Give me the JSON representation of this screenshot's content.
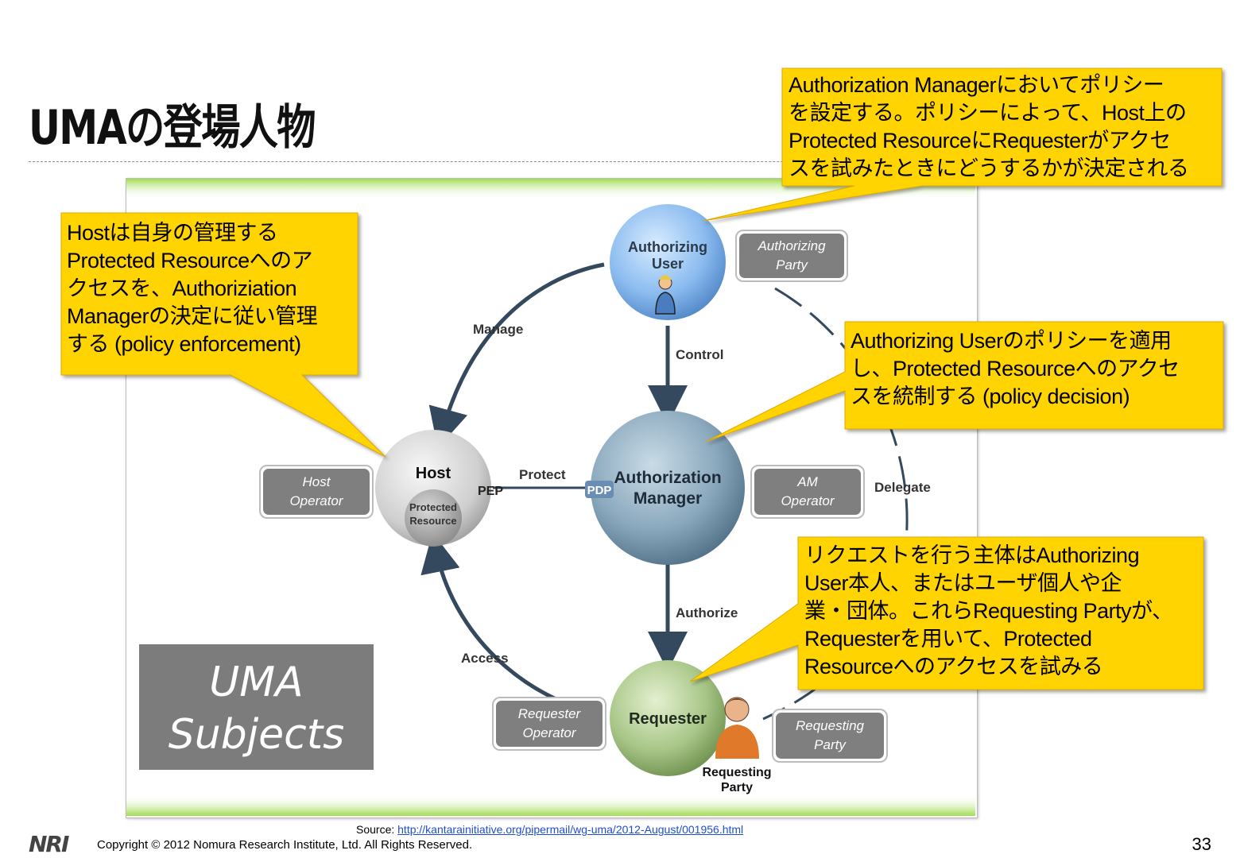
{
  "slide": {
    "title": "UMAの登場人物",
    "page_number": "33"
  },
  "footer": {
    "source_label": "Source:",
    "source_url": "http://kantarainitiative.org/pipermail/wg-uma/2012-August/001956.html",
    "copyright": "Copyright © 2012 Nomura Research Institute, Ltd. All Rights Reserved.",
    "logo": "NRI"
  },
  "diagram": {
    "badge_lines": [
      "UMA",
      "Subjects"
    ],
    "nodes": {
      "authorizing_user": [
        "Authorizing",
        "User"
      ],
      "host": "Host",
      "protected_resource": [
        "Protected",
        "Resource"
      ],
      "authorization_manager": [
        "Authorization",
        "Manager"
      ],
      "requester": "Requester"
    },
    "tags": {
      "pep": "PEP",
      "pdp": "PDP"
    },
    "edges": {
      "manage": "Manage",
      "control": "Control",
      "protect": "Protect",
      "authorize": "Authorize",
      "access": "Access",
      "delegate": "Delegate"
    },
    "roles": {
      "authorizing_party": [
        "Authorizing",
        "Party"
      ],
      "host_operator": [
        "Host",
        "Operator"
      ],
      "am_operator": [
        "AM",
        "Operator"
      ],
      "requester_operator": [
        "Requester",
        "Operator"
      ],
      "requesting_party_box": [
        "Requesting",
        "Party"
      ],
      "requesting_party_label": [
        "Requesting",
        "Party"
      ]
    }
  },
  "callouts": {
    "authorization_manager": [
      "Authorization Managerにおいてポリシー",
      "を設定する。ポリシーによって、Host上の",
      "Protected ResourceにRequesterがアクセ",
      "スを試みたときにどうするかが決定される"
    ],
    "host": [
      "Hostは自身の管理する",
      "Protected Resourceへのア",
      "クセスを、Authoriziation",
      "Managerの決定に従い管理",
      "する (policy enforcement)"
    ],
    "policy_decision": [
      "Authorizing Userのポリシーを適用",
      "し、Protected Resourceへのアクセ",
      "スを統制する (policy decision)"
    ],
    "requester": [
      "リクエストを行う主体はAuthorizing",
      "User本人、またはユーザ個人や企",
      "業・団体。これらRequesting Partyが、",
      "Requesterを用いて、Protected",
      "Resourceへのアクセスを試みる"
    ]
  },
  "colors": {
    "callout_fill": "#ffd400",
    "callout_border": "#e0a800",
    "frame_bar": "#a6e05a",
    "role_box": "#7f7f7f",
    "arrow": "#34495e"
  }
}
